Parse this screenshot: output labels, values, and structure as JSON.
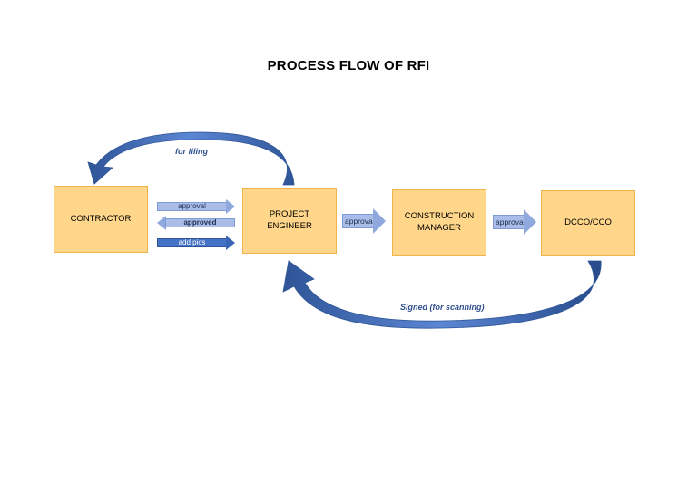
{
  "title": "PROCESS FLOW OF RFI",
  "nodes": {
    "contractor": "CONTRACTOR",
    "project_engineer": "PROJECT ENGINEER",
    "construction_manager": "CONSTRUCTION MANAGER",
    "dcco": "DCCO/CCO"
  },
  "edges": {
    "contractor_to_pe": "approval",
    "pe_to_contractor": "approved",
    "add_pics": "add pics",
    "pe_to_cm": "approval",
    "cm_to_dcco": "approval",
    "for_filing": "for filing",
    "signed": "Signed (for scanning)"
  },
  "colors": {
    "box_fill": "#ffd68a",
    "box_border": "#f2b34a",
    "arrow_light": "#a9bde8",
    "arrow_dark": "#4472c4"
  }
}
